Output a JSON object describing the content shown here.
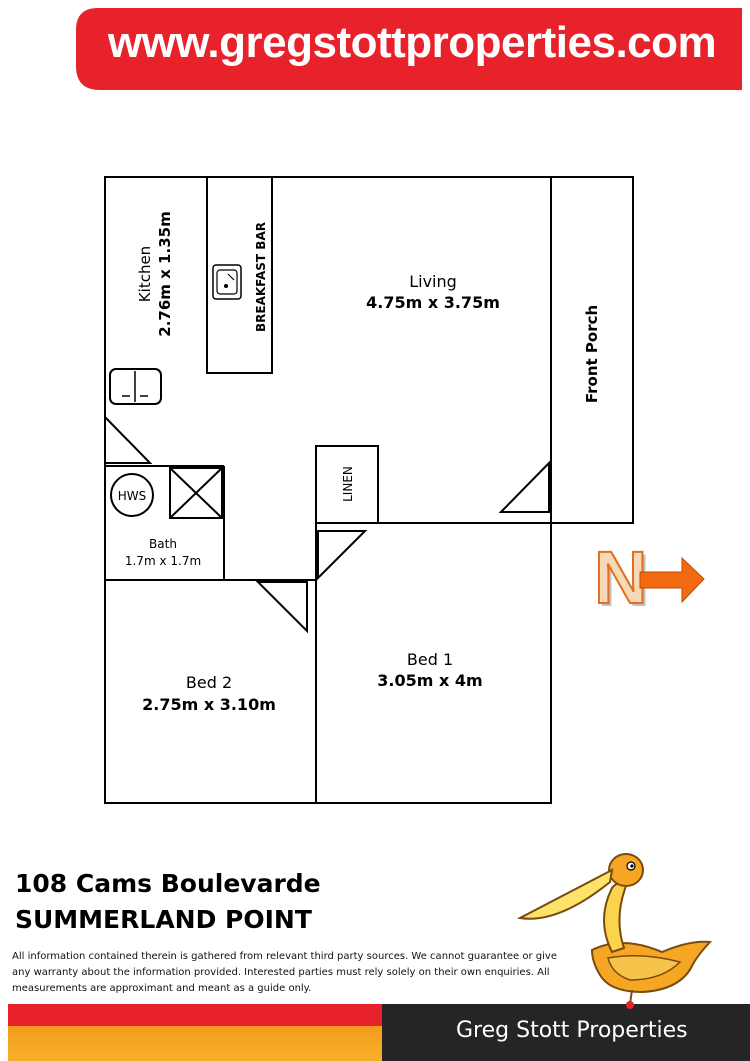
{
  "banner": {
    "url": "www.gregstottproperties.com"
  },
  "floorplan": {
    "rooms": {
      "kitchen": {
        "name": "Kitchen",
        "size": "2.76m x 1.35m"
      },
      "breakfast_bar": {
        "name": "BREAKFAST BAR"
      },
      "living": {
        "name": "Living",
        "size": "4.75m x 3.75m"
      },
      "front_porch": {
        "name": "Front Porch"
      },
      "linen": {
        "name": "LINEN"
      },
      "hws": {
        "name": "HWS"
      },
      "bath": {
        "name": "Bath",
        "size": "1.7m x 1.7m"
      },
      "bed1": {
        "name": "Bed 1",
        "size": "3.05m x 4m"
      },
      "bed2": {
        "name": "Bed 2",
        "size": "2.75m x 3.10m"
      }
    },
    "compass": {
      "letter": "N"
    }
  },
  "property": {
    "street": "108 Cams Boulevarde",
    "suburb": "SUMMERLAND POINT"
  },
  "disclaimer": "All information contained therein is gathered from relevant third party sources. We cannot guarantee or give any warranty about the information provided. Interested parties must rely solely on their own enquiries. All measurements are approximant and meant as a guide only.",
  "footer": {
    "brand": "Greg Stott Properties"
  },
  "colors": {
    "red": "#e8222a",
    "orange": "#f39c1e",
    "dark": "#252525",
    "compass_orange": "#f26a12"
  }
}
